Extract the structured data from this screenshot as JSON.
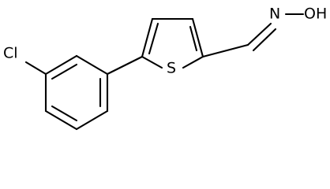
{
  "diagram": {
    "type": "chemical-structure",
    "atom_labels": {
      "chlorine": "Cl",
      "sulfur": "S",
      "nitrogen": "N",
      "hydroxyl": "OH"
    },
    "colors": {
      "bond": "#000000",
      "label": "#000000",
      "background": "#ffffff"
    }
  }
}
